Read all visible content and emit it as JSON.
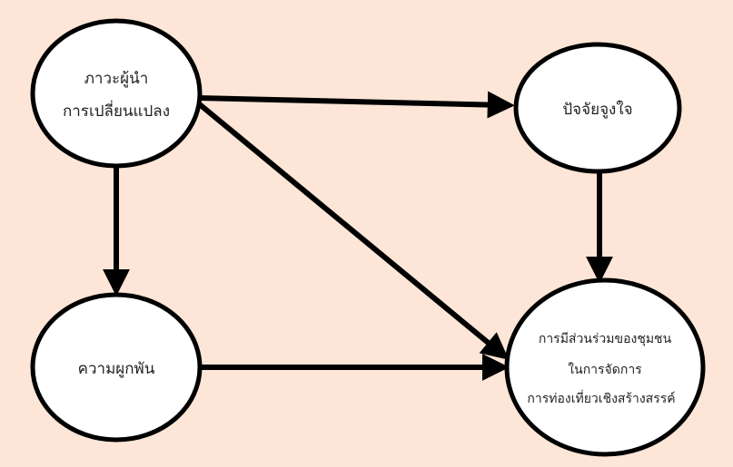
{
  "colors": {
    "background": "#fde6d7",
    "node_fill": "#ffffff",
    "stroke": "#000000"
  },
  "nodes": {
    "leadership": {
      "lines": [
        "ภาวะผู้นำ",
        "การเปลี่ยนแปลง"
      ]
    },
    "motivation": {
      "lines": [
        "ปัจจัยจูงใจ"
      ]
    },
    "engagement": {
      "lines": [
        "ความผูกพัน"
      ]
    },
    "participation": {
      "lines": [
        "การมีส่วนร่วมของชุมชน",
        "ในการจัดการ",
        "การท่องเที่ยวเชิงสร้างสรรค์"
      ]
    }
  },
  "edges": [
    {
      "from": "leadership",
      "to": "motivation"
    },
    {
      "from": "leadership",
      "to": "participation"
    },
    {
      "from": "leadership",
      "to": "engagement"
    },
    {
      "from": "motivation",
      "to": "participation"
    },
    {
      "from": "engagement",
      "to": "participation"
    }
  ]
}
